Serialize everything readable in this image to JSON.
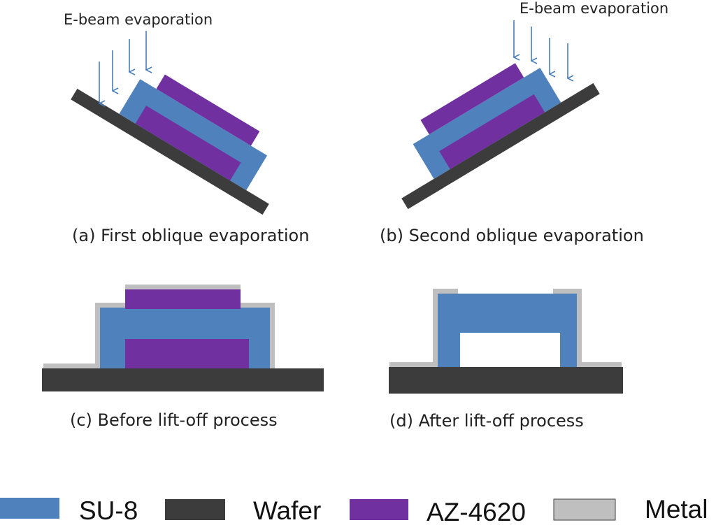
{
  "colors": {
    "su8": "#4f81bd",
    "wafer": "#3c3c3c",
    "az4620": "#7030a0",
    "metal": "#bfbfbf",
    "arrow": "#4a7ebb"
  },
  "panels": {
    "a": {
      "caption": "(a) First oblique evaporation",
      "beam_label": "E-beam evaporation"
    },
    "b": {
      "caption": "(b) Second oblique evaporation",
      "beam_label": "E-beam evaporation"
    },
    "c": {
      "caption": "(c) Before lift-off process"
    },
    "d": {
      "caption": "(d) After lift-off process"
    }
  },
  "legend": {
    "su8": "SU-8",
    "wafer": "Wafer",
    "az4620": "AZ-4620",
    "metal": "Metal"
  }
}
